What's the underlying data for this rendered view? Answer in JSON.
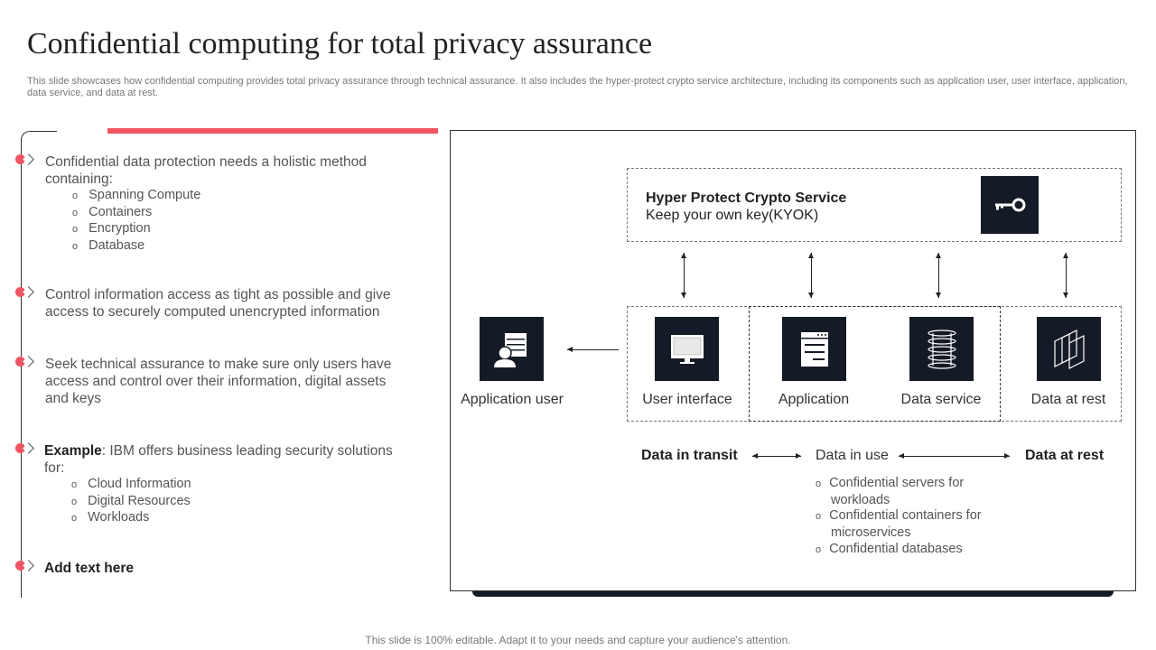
{
  "title": "Confidential computing for total privacy assurance",
  "subtitle": "This slide showcases how confidential computing provides total privacy assurance through technical assurance. It also includes the hyper-protect crypto service architecture, including its components such as application user, user interface, application, data service, and data at rest.",
  "left": {
    "p1": {
      "text": "Confidential data protection needs a holistic method containing:",
      "items": [
        "Spanning Compute",
        "Containers",
        "Encryption",
        "Database"
      ]
    },
    "p2": {
      "text": "Control information access as tight as possible and give access to securely computed unencrypted information"
    },
    "p3": {
      "text": "Seek technical assurance to make sure only users have access and control over their information, digital assets and keys"
    },
    "p4": {
      "bold": "Example",
      "text": ": IBM offers business leading security solutions for:",
      "items": [
        "Cloud Information",
        "Digital Resources",
        "Workloads"
      ]
    },
    "p5": {
      "bold": "Add text here"
    }
  },
  "diagram": {
    "hpcs_title": "Hyper Protect Crypto Service",
    "hpcs_sub": "Keep your own key(KYOK)",
    "nodes": [
      "Application user",
      "User interface",
      "Application",
      "Data service",
      "Data at rest"
    ],
    "transit": "Data in transit",
    "in_use": "Data in use",
    "at_rest": "Data at rest",
    "use_items": [
      "Confidential servers for workloads",
      "Confidential containers for microservices",
      "Confidential databases"
    ]
  },
  "colors": {
    "accent": "#ef5560",
    "card": "#151b26"
  },
  "footer": "This slide is 100% editable. Adapt it to your needs and capture your audience's attention."
}
